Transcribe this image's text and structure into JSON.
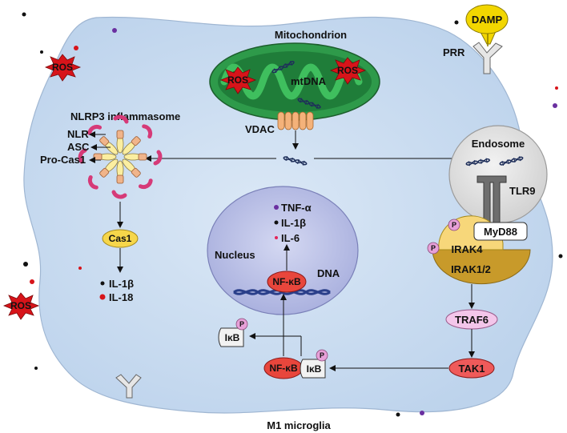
{
  "diagram": {
    "cell_label": "M1 microglia",
    "mitochondrion": {
      "title": "Mitochondrion",
      "mtdna": "mtDNA",
      "vdac": "VDAC",
      "ros": "ROS"
    },
    "ros_label": "ROS",
    "damp": "DAMP",
    "prr": "PRR",
    "inflammasome": {
      "title": "NLRP3 inflammasome",
      "components": [
        "NLR",
        "ASC",
        "Pro-Cas1"
      ],
      "cas1": "Cas1",
      "outputs": [
        "IL-1β",
        "IL-18"
      ]
    },
    "endosome": {
      "title": "Endosome",
      "tlr9": "TLR9",
      "myd88": "MyD88",
      "irak4": "IRAK4",
      "irak12": "IRAK1/2"
    },
    "nucleus": {
      "title": "Nucleus",
      "dna": "DNA",
      "nfkb": "NF-κB",
      "cytokines": [
        "TNF-α",
        "IL-1β",
        "IL-6"
      ]
    },
    "signaling": {
      "traf6": "TRAF6",
      "tak1": "TAK1",
      "nfkb": "NF-κB",
      "ikb": "IκB",
      "ikb_free": "IκB",
      "p": "P"
    }
  },
  "colors": {
    "cell": "#cfe0f2",
    "mito": "#2e9a4a",
    "ros": "#d7141a",
    "nucleus": "#b9bfe6",
    "endosome": "#e4e4e4",
    "nfkb": "#e8463c",
    "phospho": "#e7a0d8"
  }
}
